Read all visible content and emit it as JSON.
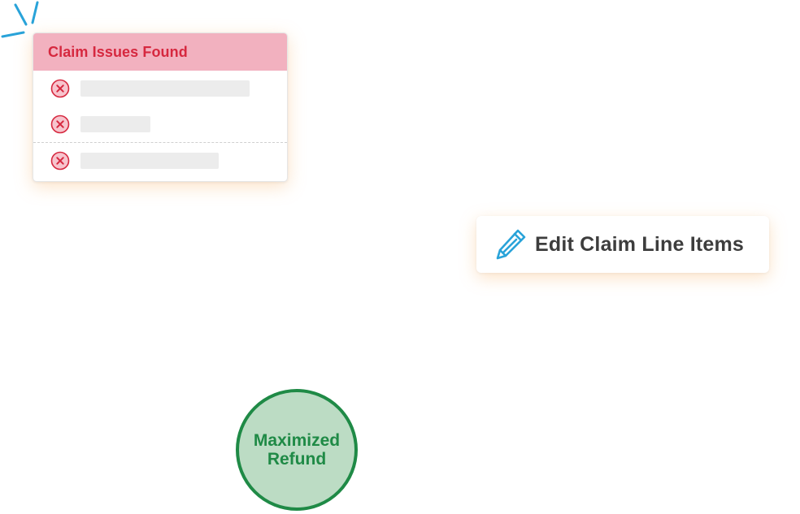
{
  "issues_card": {
    "title": "Claim Issues Found",
    "rows": [
      {
        "icon": "error-x-icon"
      },
      {
        "icon": "error-x-icon"
      },
      {
        "icon": "error-x-icon"
      }
    ]
  },
  "edit_chip": {
    "icon": "pencil-icon",
    "label": "Edit Claim Line Items"
  },
  "refund_badge": {
    "line1": "Maximized",
    "line2": "Refund"
  },
  "colors": {
    "header_bg": "#f2b1bf",
    "error_red": "#d6283f",
    "accent_blue": "#29a3d9",
    "success_green": "#1f8a46",
    "success_fill": "#bcdcc4",
    "glow_orange": "#f7b060"
  }
}
